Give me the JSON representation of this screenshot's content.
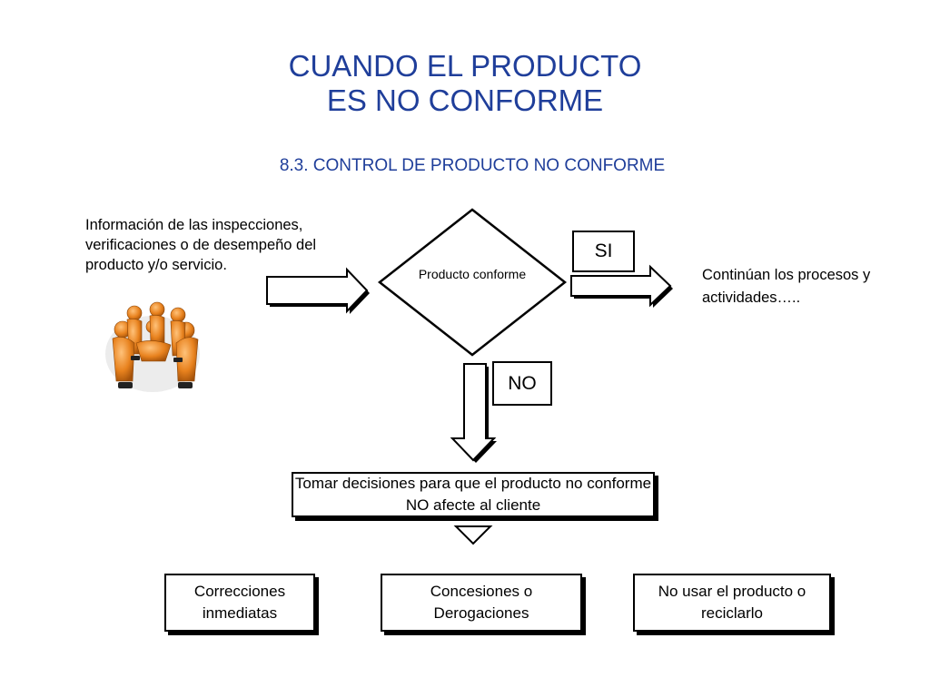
{
  "title": {
    "line1": "CUANDO EL PRODUCTO",
    "line2": "ES NO CONFORME"
  },
  "subtitle": "8.3. CONTROL DE PRODUCTO NO CONFORME",
  "input": {
    "text": "Información de las inspecciones, verificaciones o de desempeño del producto y/o servicio."
  },
  "decision": {
    "question": "Producto conforme",
    "yes_label": "SI",
    "no_label": "NO"
  },
  "yes_outcome": {
    "text": "Continúan los procesos y actividades….."
  },
  "no_action": {
    "text": "Tomar decisiones para que el producto no conforme NO afecte al cliente"
  },
  "options": [
    {
      "text": "Correcciones inmediatas"
    },
    {
      "text": "Concesiones o Derogaciones"
    },
    {
      "text": "No usar el producto o reciclarlo"
    }
  ],
  "colors": {
    "title": "#1f3e9a",
    "figure": "#e8821e"
  },
  "icons": {
    "team": "team-huddle-icon"
  }
}
